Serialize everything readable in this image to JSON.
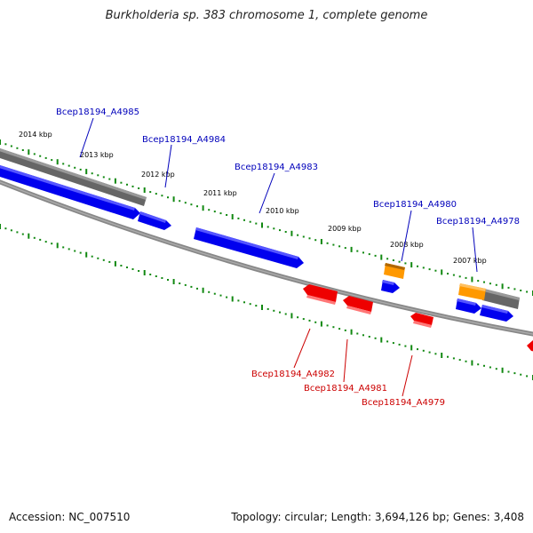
{
  "title": "Burkholderia sp. 383 chromosome 1, complete genome",
  "footer": {
    "accession": "Accession: NC_007510",
    "topology": "Topology: circular; Length: 3,694,126 bp; Genes: 3,408"
  },
  "kbp_labels": [
    "2014 kbp",
    "2013 kbp",
    "2012 kbp",
    "2011 kbp",
    "2010 kbp",
    "2009 kbp",
    "2008 kbp",
    "2007 kbp"
  ],
  "gene_labels": [
    {
      "text": "Bcep18194_A4985",
      "strand": "forward"
    },
    {
      "text": "Bcep18194_A4984",
      "strand": "forward"
    },
    {
      "text": "Bcep18194_A4983",
      "strand": "forward"
    },
    {
      "text": "Bcep18194_A4980",
      "strand": "forward"
    },
    {
      "text": "Bcep18194_A4978",
      "strand": "forward"
    },
    {
      "text": "Bcep18194_A4982",
      "strand": "reverse"
    },
    {
      "text": "Bcep18194_A4981",
      "strand": "reverse"
    },
    {
      "text": "Bcep18194_A4979",
      "strand": "reverse"
    }
  ],
  "colors": {
    "forward_cds": "#0000ee",
    "reverse_cds": "#ee0000",
    "gray_feature": "#666666",
    "orange_feature": "#ff9900",
    "backbone": "#777777",
    "tick": "#118811",
    "forward_label": "#0000bb",
    "reverse_label": "#cc0000"
  }
}
